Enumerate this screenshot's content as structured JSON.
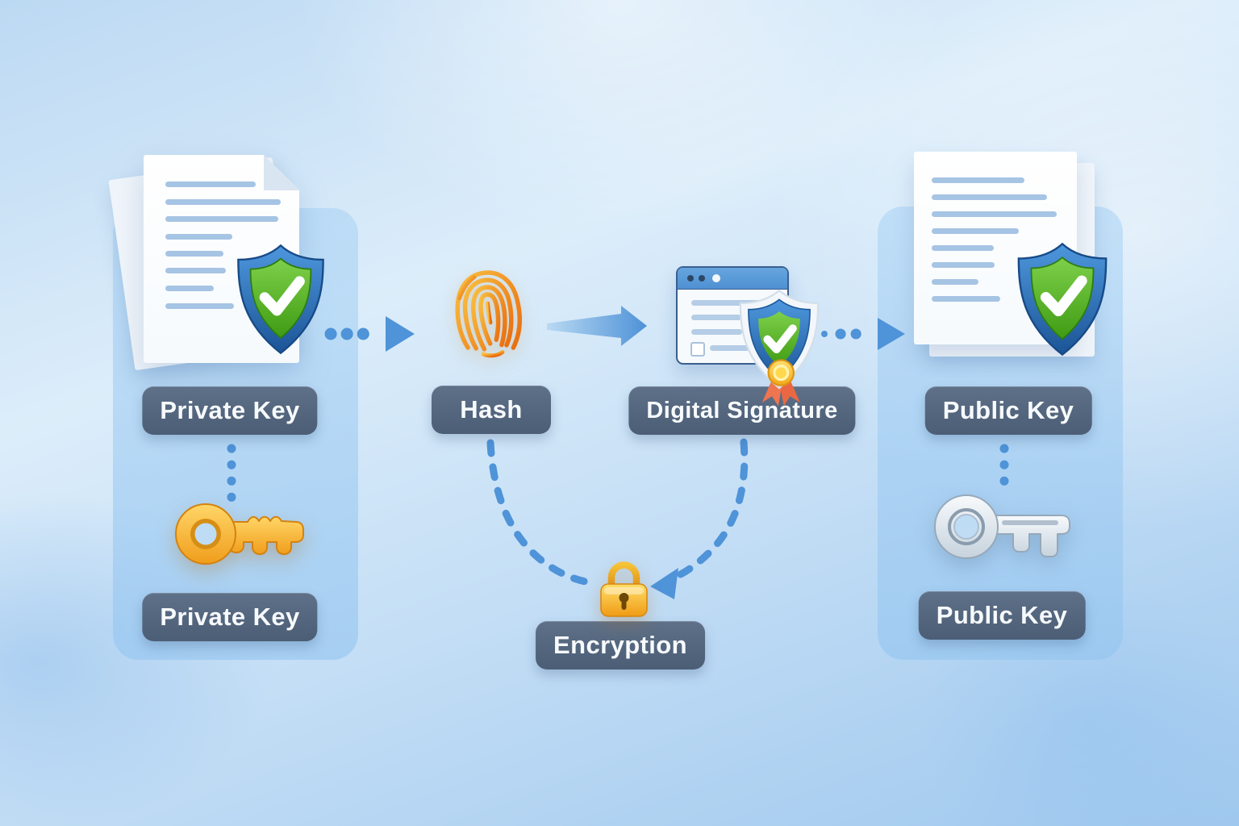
{
  "labels": {
    "private_key_top": "Private Key",
    "hash": "Hash",
    "digital_signature": "Digital Signature",
    "public_key_top": "Public Key",
    "private_key_bottom": "Private Key",
    "public_key_bottom": "Public Key",
    "encryption": "Encryption"
  },
  "icons": {
    "left_document": "document-with-shield-check",
    "fingerprint": "fingerprint-hash",
    "signature_window": "browser-window-with-certificate-shield-medal",
    "right_document": "document-with-shield-check",
    "gold_key": "gold-key",
    "silver_key": "silver-key",
    "padlock": "gold-padlock"
  },
  "colors": {
    "label_bg": "#54667e",
    "label_text": "#f7fafc",
    "arrow_blue": "#4f93d8",
    "shield_blue": "#2566ad",
    "shield_green": "#4caf27",
    "key_gold": "#f2a32a",
    "key_silver": "#cdd7e1",
    "lock_gold": "#f5ad2a",
    "fingerprint_orange": "#ee7c12",
    "panel_blue": "#aed3f1",
    "background_top": "#dcedfa",
    "background_bottom": "#9fc8ee"
  }
}
